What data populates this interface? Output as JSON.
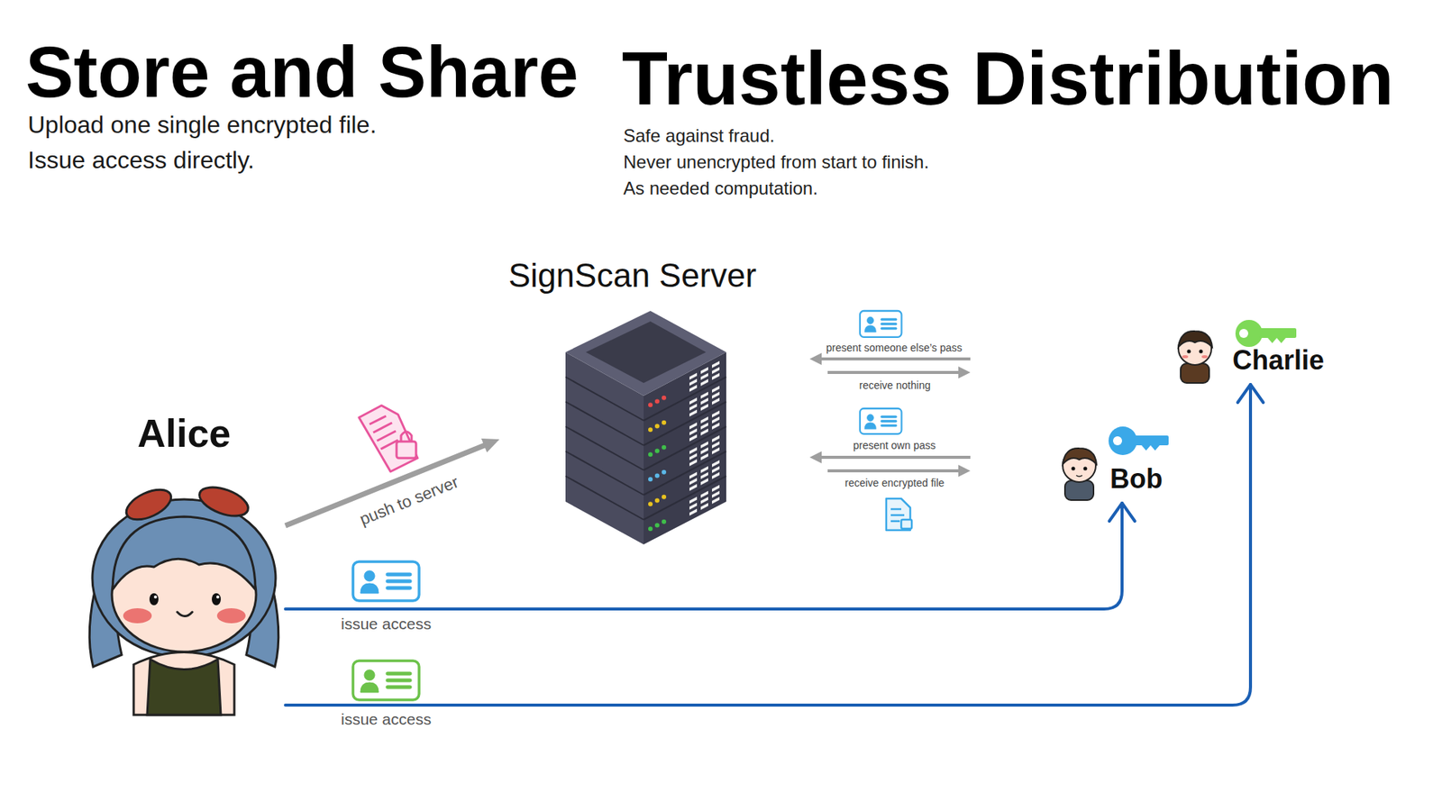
{
  "diagram": {
    "title": "Store and Share",
    "nodes": [
      {
        "text": [
          "Alice"
        ]
      },
      {
        "text": [
          "SignScan Server"
        ]
      },
      {
        "text": [
          "Bob"
        ]
      },
      {
        "text": [
          "Charlie"
        ]
      }
    ],
    "edges": [
      {
        "from": 0,
        "to": 1,
        "arrow": "to",
        "label": "push to server"
      },
      {
        "from": 0,
        "to": 2,
        "arrow": "to",
        "label": "issue access"
      },
      {
        "from": 0,
        "to": 3,
        "arrow": "to",
        "label": "issue access"
      }
    ],
    "labels": [
      "Upload one single encrypted file.",
      "Issue access directly.",
      "Trustless Distribution",
      "Safe against fraud.",
      "Never unencrypted from start to finish.",
      "As needed computation.",
      "present someone else’s pass",
      "receive nothing",
      "present own pass",
      "receive encrypted file"
    ]
  }
}
